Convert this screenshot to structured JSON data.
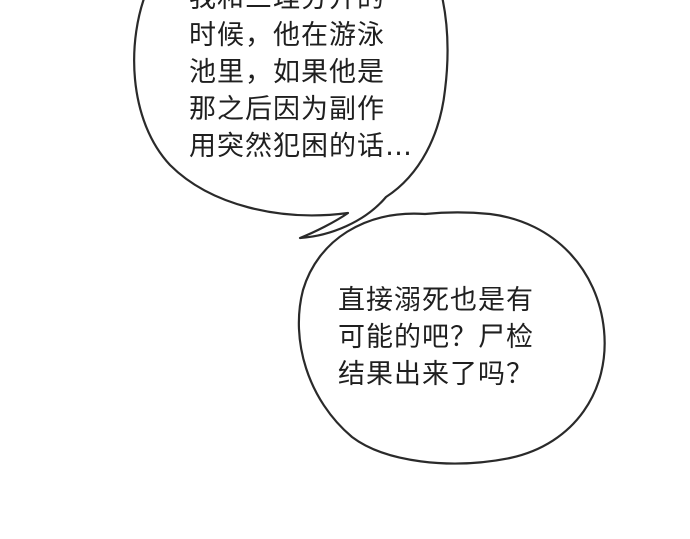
{
  "top_bubble": {
    "lines": [
      "我和三理分开的",
      "时候，他在游泳",
      "池里，如果他是",
      "那之后因为副作",
      "用突然犯困的话…"
    ]
  },
  "bottom_bubble": {
    "lines": [
      "直接溺死也是有",
      "可能的吧？尸检",
      "结果出来了吗？"
    ]
  },
  "colors": {
    "background": "#ffffff",
    "ink": "#1f1f1f",
    "bubble_outline": "#2a2a2a"
  }
}
